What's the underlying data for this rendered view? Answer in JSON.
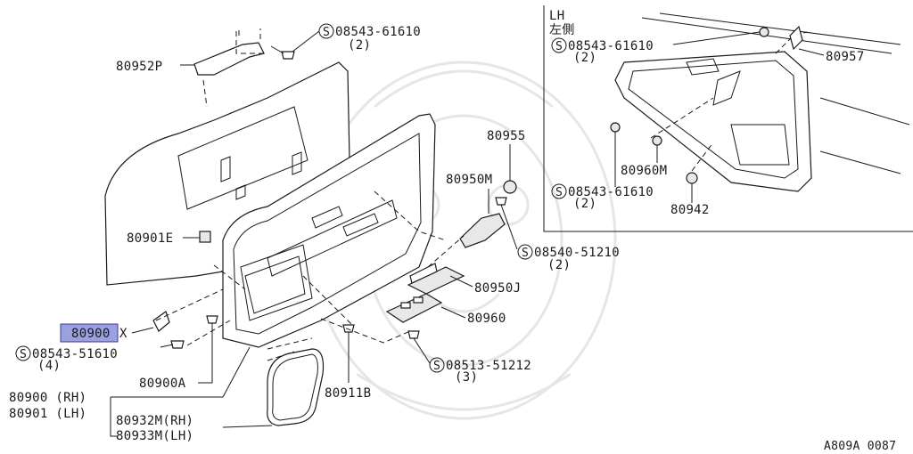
{
  "diagram": {
    "highlighted_part": "80900",
    "highlight_color": "#9aa0e0",
    "figure_code": "A809A 0087",
    "inset": {
      "title_en": "LH",
      "title_jp": "左側"
    },
    "labels": {
      "p80952P": "80952P",
      "s0854361610_main": "08543-61610",
      "s0854361610_main_qty": "(2)",
      "p80955": "80955",
      "p80950M": "80950M",
      "p80901E": "80901E",
      "s0854051210": "08540-51210",
      "s0854051210_qty": "(2)",
      "p80950J": "80950J",
      "p80960": "80960",
      "p80900_suffix": "X",
      "s0854351610": "08543-51610",
      "s0854351610_qty": "(4)",
      "s0851351212": "08513-51212",
      "s0851351212_qty": "(3)",
      "p80900A": "80900A",
      "p80911B": "80911B",
      "p80900RH": "80900 (RH)",
      "p80901LH": "80901 (LH)",
      "p80932M": "80932M(RH)",
      "p80933M": "80933M(LH)",
      "lh_s0854361610_top": "08543-61610",
      "lh_s0854361610_top_qty": "(2)",
      "lh_p80957": "80957",
      "lh_p80960M": "80960M",
      "lh_s0854361610_bot": "08543-61610",
      "lh_s0854361610_bot_qty": "(2)",
      "lh_p80942": "80942"
    },
    "screw_symbol": "S"
  }
}
